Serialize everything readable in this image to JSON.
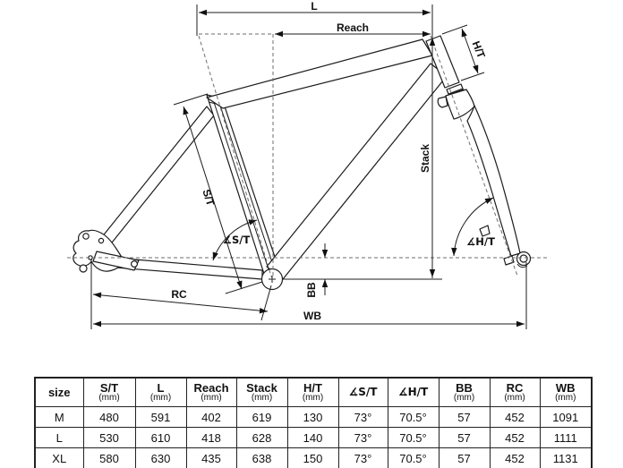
{
  "diagram": {
    "labels": {
      "l": "L",
      "reach": "Reach",
      "ht": "H/T",
      "stack": "Stack",
      "st": "S/T",
      "angle_st": "∡S/T",
      "angle_ht": "∡H/T",
      "bb": "BB",
      "rc": "RC",
      "wb": "WB"
    },
    "colors": {
      "line": "#1c1c1c",
      "dashed": "#6e6e6e",
      "background": "#ffffff"
    }
  },
  "table": {
    "columns": [
      {
        "label": "size",
        "sub": ""
      },
      {
        "label": "S/T",
        "sub": "(mm)"
      },
      {
        "label": "L",
        "sub": "(mm)"
      },
      {
        "label": "Reach",
        "sub": "(mm)"
      },
      {
        "label": "Stack",
        "sub": "(mm)"
      },
      {
        "label": "H/T",
        "sub": "(mm)"
      },
      {
        "label": "∡S/T",
        "sub": ""
      },
      {
        "label": "∡H/T",
        "sub": ""
      },
      {
        "label": "BB",
        "sub": "(mm)"
      },
      {
        "label": "RC",
        "sub": "(mm)"
      },
      {
        "label": "WB",
        "sub": "(mm)"
      }
    ],
    "rows": [
      {
        "size": "M",
        "values": [
          "480",
          "591",
          "402",
          "619",
          "130",
          "73°",
          "70.5°",
          "57",
          "452",
          "1091"
        ]
      },
      {
        "size": "L",
        "values": [
          "530",
          "610",
          "418",
          "628",
          "140",
          "73°",
          "70.5°",
          "57",
          "452",
          "1111"
        ]
      },
      {
        "size": "XL",
        "values": [
          "580",
          "630",
          "435",
          "638",
          "150",
          "73°",
          "70.5°",
          "57",
          "452",
          "1131"
        ]
      }
    ]
  }
}
